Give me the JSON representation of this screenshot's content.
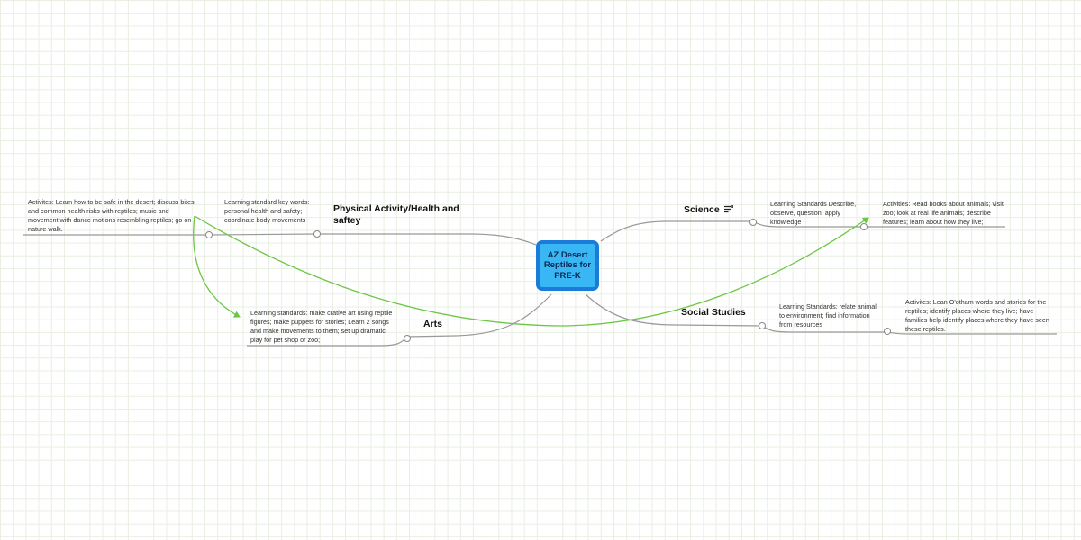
{
  "central": {
    "title": "AZ Desert Reptiles for PRE-K"
  },
  "branches": {
    "physical": {
      "title": "Physical Activity/Health and saftey",
      "learning": "Learning standard key words: personal health and safety; coordinate body movements",
      "activities": "Activites: Learn how to be safe in the desert; discuss bites and common health risks with reptiles; music and movement with dance motions resembling reptiles; go on nature walk."
    },
    "arts": {
      "title": "Arts",
      "learning": "Learning standards: make crative art using reptile figures; make puppets for stories; Learn 2 songs and make movements to them; set up dramatic play for pet shop or zoo;"
    },
    "science": {
      "title": "Science",
      "learning": "Learning Standards Describe, observe, question, apply knowledge",
      "activities": "Activities: Read books about animals; visit zoo; look at real life animals; describe features; learn about how they live;"
    },
    "social": {
      "title": "Social Studies",
      "learning": "Learning Standards: relate animal to environment; find information from resources",
      "activities": "Activites: Lean O'otham words and stories for the reptiles; identify places where they live; have families help identify places where they have seen these reptiles."
    }
  },
  "icons": {
    "science_note": "note-icon"
  },
  "colors": {
    "center_fill": "#39b7f4",
    "center_border": "#1c7bd9",
    "connector": "#999999",
    "relationship": "#6cc644"
  }
}
